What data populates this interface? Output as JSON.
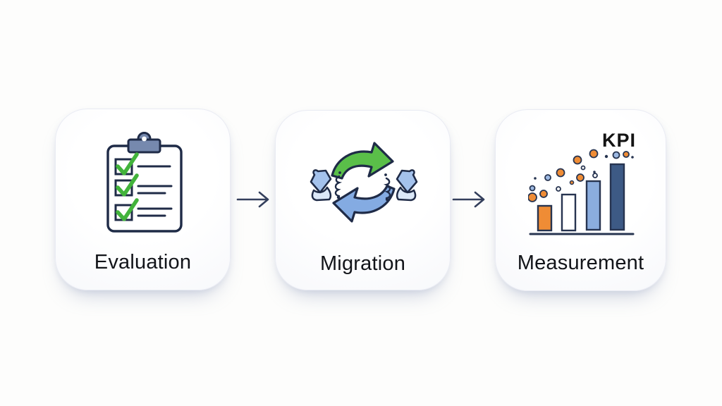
{
  "steps": [
    {
      "label": "Evaluation",
      "icon": "clipboard-checklist"
    },
    {
      "label": "Migration",
      "icon": "migration-cycle"
    },
    {
      "label": "Measurement",
      "icon": "kpi-bar-chart",
      "badge": "KPI"
    }
  ],
  "connectors": [
    {
      "icon": "arrow-right"
    },
    {
      "icon": "arrow-right"
    }
  ],
  "colors": {
    "page-bg": "#fdfdfc",
    "card-bg": "#f0f2f8",
    "outline": "#1f2b47",
    "check-green": "#42b33b",
    "cycle-green": "#5abf49",
    "cycle-blue": "#84abe2",
    "blob-blue": "#a4c2ec",
    "blob-blue-light": "#dbe8f8",
    "clip-blue": "#7689ae",
    "bar-orange": "#ef8c35",
    "bar-white": "#ffffff",
    "bar-lightblue": "#8badde",
    "bar-navy": "#3d5a85",
    "dot-blue": "#9db9e2",
    "chart-dark": "#273450",
    "arrow": "#343f5c",
    "label-text": "#121419",
    "kpi-text": "#141414"
  }
}
